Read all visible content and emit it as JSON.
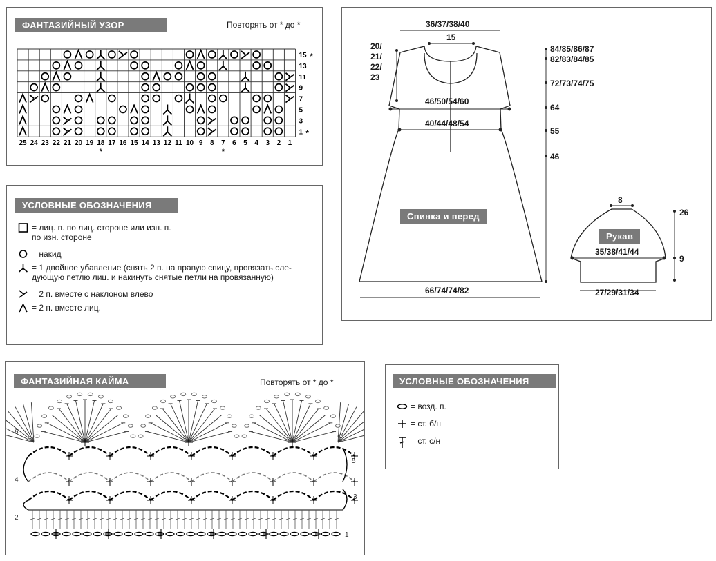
{
  "pattern_chart": {
    "title": "ФАНТАЗИЙНЫЙ УЗОР",
    "repeat_note": "Повторять от * до *",
    "columns": 25,
    "rows": 8,
    "column_numbers": [
      "25",
      "24",
      "23",
      "22",
      "21",
      "20",
      "19",
      "18",
      "17",
      "16",
      "15",
      "14",
      "13",
      "12",
      "11",
      "10",
      "9",
      "8",
      "7",
      "6",
      "5",
      "4",
      "3",
      "2",
      "1"
    ],
    "column_stars": [
      18,
      7
    ],
    "row_numbers": [
      "15",
      "13",
      "11",
      "9",
      "7",
      "5",
      "3",
      "1"
    ],
    "row_stars": [
      "15",
      "1"
    ],
    "grid": [
      "....OAOTOXO....OAOTOXO...",
      "...OAO.T..OO..OAO.T..OO..",
      "..OAO..T...OAOO.OO..T..OX",
      ".OAO...T...OO..OOO..T..OX",
      "AXO..OA.O..OO.OT.OO..OO.X",
      "A..OAO...OAO.T.OAO...OAO.",
      "A..OXO.OO.OO.T..OX.OO.OO.",
      "A..OXO.OO.OO.T..OX.OO.OO."
    ]
  },
  "legend1": {
    "title": "УСЛОВНЫЕ ОБОЗНАЧЕНИЯ",
    "items": [
      {
        "icon": "empty-square-icon",
        "text": "= лиц. п. по лиц. стороне или изн. п.\nпо изн. стороне"
      },
      {
        "icon": "circle-icon",
        "text": "= накид"
      },
      {
        "icon": "double-decrease-icon",
        "text": "= 1 двойное убавление (снять 2 п. на правую спицу, провязать сле-\nдующую петлю лиц. и накинуть снятые петли на провязанную)"
      },
      {
        "icon": "left-slant-icon",
        "text": "= 2 п. вместе с наклоном влево"
      },
      {
        "icon": "caret-icon",
        "text": "= 2 п. вместе лиц."
      }
    ]
  },
  "schematic": {
    "body_label": "Спинка и перед",
    "sleeve_label": "Рукав",
    "dims": {
      "neck_width": "36/37/38/40",
      "neck_inner": "15",
      "shoulder_drop": "20/\n21/\n22/\n23",
      "bust": "46/50/54/60",
      "waist": "40/44/48/54",
      "hem": "66/74/74/82",
      "h1": "84/85/86/87",
      "h2": "82/83/84/85",
      "h3": "72/73/74/75",
      "h4": "64",
      "h5": "55",
      "h6": "46",
      "sleeve_top": "8",
      "sleeve_mid": "35/38/41/44",
      "sleeve_bottom": "27/29/31/34",
      "sleeve_h1": "26",
      "sleeve_h2": "9"
    }
  },
  "edging": {
    "title": "ФАНТАЗИЙНАЯ КАЙМА",
    "repeat_note": "Повторять от * до *",
    "row_labels_left": [
      "6",
      "4",
      "2"
    ],
    "row_labels_right": [
      "5",
      "3",
      "1"
    ]
  },
  "legend2": {
    "title": "УСЛОВНЫЕ ОБОЗНАЧЕНИЯ",
    "items": [
      {
        "icon": "chain-stitch-icon",
        "text": "= возд. п."
      },
      {
        "icon": "single-crochet-icon",
        "text": "= ст. б/н"
      },
      {
        "icon": "double-crochet-icon",
        "text": "= ст. с/н"
      }
    ]
  }
}
